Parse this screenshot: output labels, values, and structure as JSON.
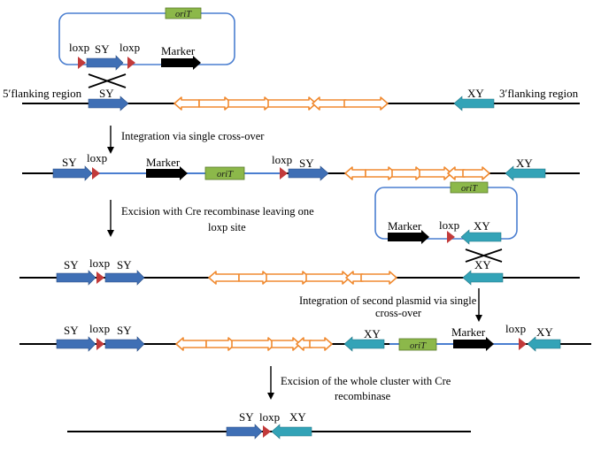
{
  "colors": {
    "sy": "#3f6fb5",
    "xy": "#33a3b7",
    "loxp": "#c23a3a",
    "marker": "#000000",
    "oriT": "#8cb84a",
    "cluster": "#f08a30",
    "plasmid": "#4a7ed0",
    "chromosome": "#000000"
  },
  "labels": {
    "oriT": "oriT",
    "loxp": "loxp",
    "sy": "SY",
    "xy": "XY",
    "marker": "Marker",
    "flank5": "5′flanking region",
    "flank3": "3′flanking region"
  },
  "steps": {
    "s1": "Integration via single cross-over",
    "s2a": "Excision with Cre recombinase leaving one",
    "s2b": "loxp site",
    "s3a": "Integration of second plasmid via single",
    "s3b": "cross-over",
    "s4a": "Excision of the whole cluster with Cre",
    "s4b": "recombinase"
  }
}
